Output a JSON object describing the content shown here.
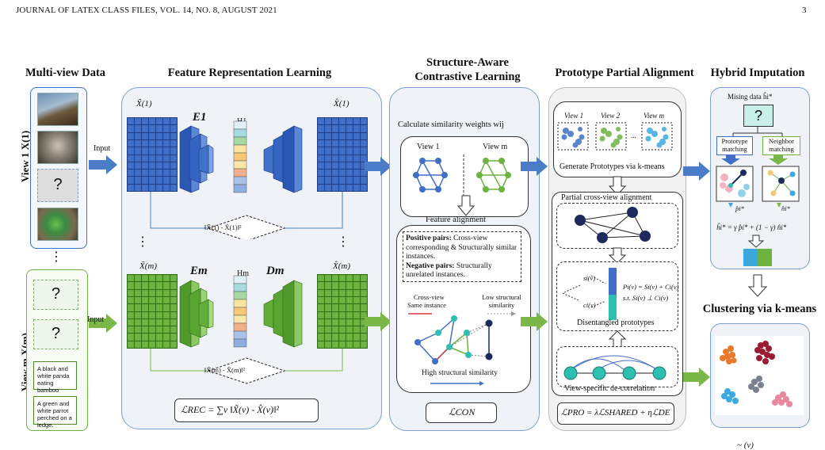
{
  "header": {
    "journal": "JOURNAL OF LATEX CLASS FILES, VOL. 14, NO. 8, AUGUST 2021",
    "page_number": "3"
  },
  "sections": {
    "multiview": "Multi-view Data",
    "feature": "Feature Representation Learning",
    "contrastive_l1": "Structure-Aware",
    "contrastive_l2": "Contrastive Learning",
    "prototype": "Prototype Partial Alignment",
    "hybrid": "Hybrid Imputation",
    "clustering": "Clustering via k-means"
  },
  "multiview": {
    "view1": "View 1 X(1)",
    "viewm": "View m X(m)",
    "ellipsis": "⋮",
    "missing_mark": "?",
    "texts": [
      "A black and white panda eating bamboo",
      "A green and white parrot perched on a ledge."
    ]
  },
  "feature": {
    "input1": "Input",
    "input2": "Input",
    "x_tilde_1": "X̃(1)",
    "x_hat_1": "X̂(1)",
    "encoder_1": "E1",
    "h_1": "H1",
    "x_tilde_m": "X̃(m)",
    "x_hat_m": "X̂(m)",
    "encoder_m": "Em",
    "h_m": "Hm",
    "decoder_m": "Dm",
    "recon_1": "‖X̃(1) - X̂(1)‖²",
    "recon_m": "‖X̃(m) - X̂(m)‖²",
    "ellipsis": "⋮",
    "loss": "ℒREC = ∑v ‖X̃(v) - X̂(v)‖²"
  },
  "contrastive": {
    "calc": "Calculate similarity  weights wij",
    "view1": "View 1",
    "viewm": "View m",
    "feature_alignment": "Feature alignment",
    "pos_label": "Positive pairs:",
    "pos_text": " Cross-view corresponding & Structurally similar instances.",
    "neg_label": "Negative pairs:",
    "neg_text": " Structurally unrelated instances.",
    "cross_view": "Cross-view",
    "same_instance": "Same instance",
    "low_sim": "Low structural similarity",
    "high_sim": "High structural  similarity",
    "loss": "ℒCON"
  },
  "prototype": {
    "view1": "View 1",
    "view2": "View 2",
    "viewm": "View m",
    "dots": "...",
    "generate": "Generate Prototypes via k-means",
    "partial": "Partial cross-view alignment",
    "disentangled": "Disentangled prototypes",
    "eq1": "Pi(v) = Si(v) + Ci(v)",
    "eq2": "s.t. Si(v) ⊥ Ci(v)",
    "s_label": "si(v)",
    "c_label": "ci(v)",
    "decorrelation": "View-specific de-correlation",
    "loss": "ℒPRO = λℒSHARED + ηℒDE"
  },
  "hybrid": {
    "missing": "Mising data ĥi*",
    "question": "?",
    "proto_match": "Prototype matching",
    "neighbor_match": "Neighbor matching",
    "p_hat": "p̂i*",
    "n_hat": "n̂i*",
    "formula": "ĥi* = γ p̂i* + (1 − γ) n̂i*"
  },
  "footer": {
    "fragment": "~ (v)"
  },
  "colors": {
    "blue": "#3f6fc6",
    "green": "#6cb33f",
    "arrow_blue": "#4a7cc8",
    "arrow_green": "#7ab648"
  }
}
